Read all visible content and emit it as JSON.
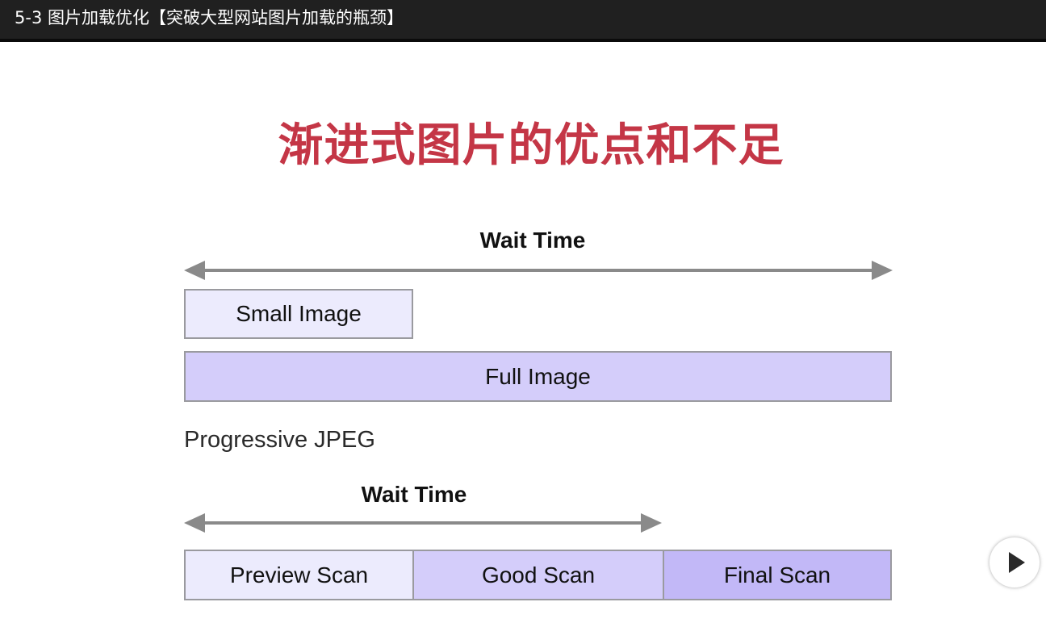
{
  "window": {
    "title": "5-3 图片加载优化【突破大型网站图片加载的瓶颈】"
  },
  "slide": {
    "title": "渐进式图片的优点和不足",
    "baseline": {
      "wait_label": "Wait Time",
      "small_image": "Small Image",
      "full_image": "Full Image"
    },
    "caption": "Progressive JPEG",
    "progressive": {
      "wait_label": "Wait Time",
      "preview_scan": "Preview Scan",
      "good_scan": "Good Scan",
      "final_scan": "Final Scan"
    }
  },
  "colors": {
    "title_red": "#c43646",
    "light_lavender": "#ecebfd",
    "mid_lavender": "#d4cdfa",
    "deep_lavender": "#c2b8f7",
    "arrow_gray": "#8a8a8a"
  },
  "controls": {
    "play_icon": "play-icon"
  }
}
